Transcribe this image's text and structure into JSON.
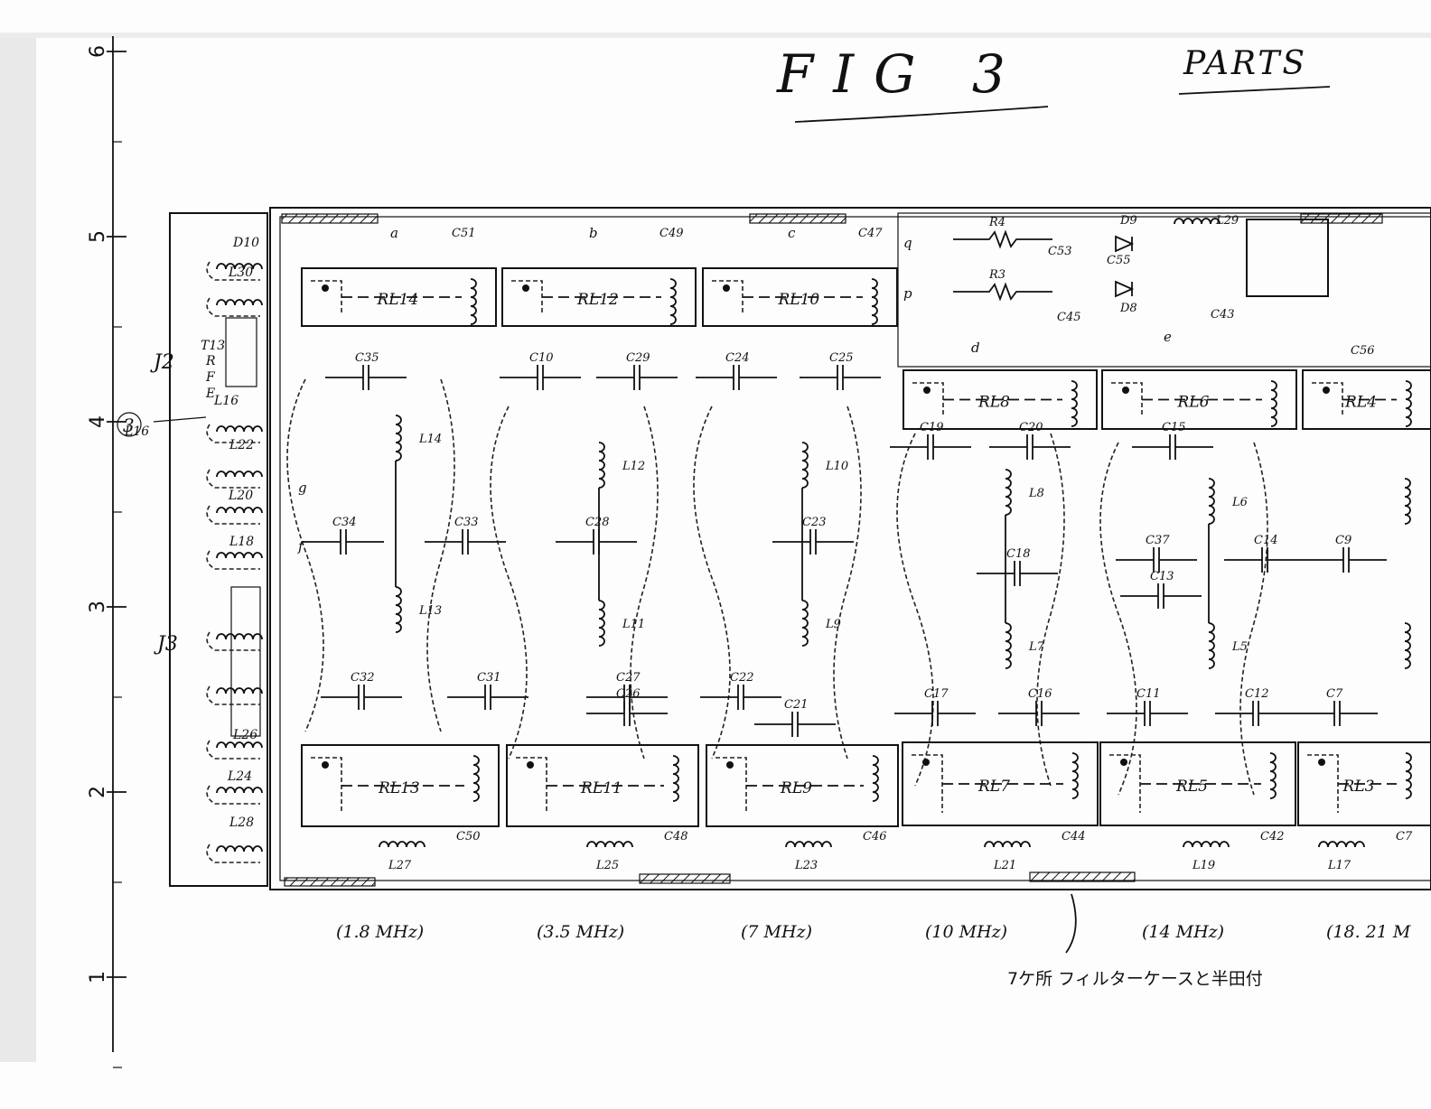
{
  "header": {
    "title": "FIG 3",
    "corner_label": "PARTS"
  },
  "ruler": {
    "ticks": [
      "6",
      "5",
      "4",
      "3",
      "2",
      "1"
    ]
  },
  "left_panel": {
    "circled_number": "3",
    "labels": [
      "D10",
      "L30",
      "T13",
      "R",
      "F",
      "E",
      "J2",
      "L16",
      "L16",
      "L22",
      "L20",
      "L18",
      "J3",
      "L26",
      "L24",
      "L28"
    ]
  },
  "relays": {
    "top": [
      "RL14",
      "RL12",
      "RL10",
      "RL8",
      "RL6",
      "RL4"
    ],
    "bottom": [
      "RL13",
      "RL11",
      "RL9",
      "RL7",
      "RL5",
      "RL3"
    ]
  },
  "components": [
    "C51",
    "C49",
    "C47",
    "R4",
    "R3",
    "D9",
    "D8",
    "L29",
    "C53",
    "C55",
    "C45",
    "C43",
    "C56",
    "C35",
    "C10",
    "C29",
    "C24",
    "C25",
    "C19",
    "C20",
    "C15",
    "L14",
    "L12",
    "L10",
    "L8",
    "L6",
    "C34",
    "C33",
    "C28",
    "C23",
    "C18",
    "C37",
    "C14",
    "C9",
    "L13",
    "L11",
    "L9",
    "L7",
    "L5",
    "C13",
    "C32",
    "C31",
    "C27",
    "C26",
    "C22",
    "C21",
    "C17",
    "C16",
    "C11",
    "C12",
    "C7",
    "C50",
    "C48",
    "C46",
    "C44",
    "C42",
    "L27",
    "L25",
    "L23",
    "L21",
    "L19",
    "L17"
  ],
  "node_labels": [
    "a",
    "b",
    "c",
    "d",
    "e",
    "f",
    "g",
    "p",
    "q"
  ],
  "bands": [
    "(1.8 MHz)",
    "(3.5 MHz)",
    "(7 MHz)",
    "(10 MHz)",
    "(14 MHz)",
    "(18. 21 M"
  ],
  "note": "7ケ所 フィルターケースと半田付",
  "colors": {
    "ink": "#111111",
    "paper": "#fdfdfd"
  }
}
